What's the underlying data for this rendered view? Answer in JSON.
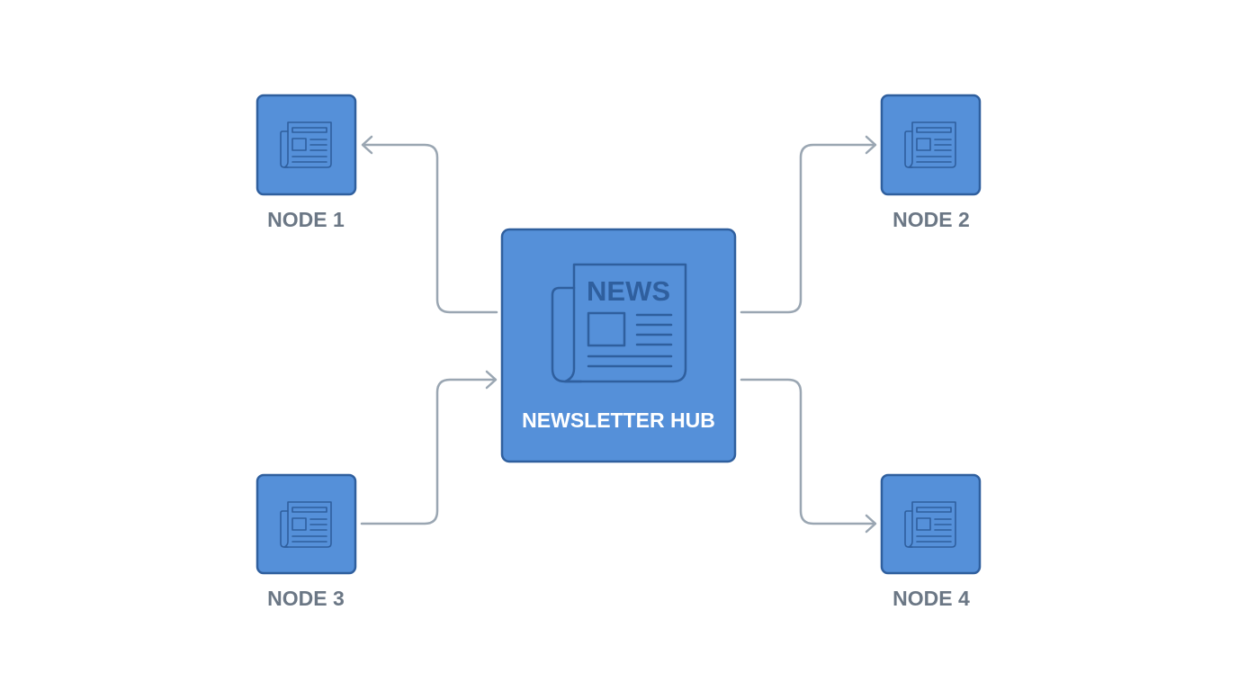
{
  "hub": {
    "label": "NEWSLETTER HUB",
    "icon": "newspaper-icon",
    "icon_text": "NEWS"
  },
  "nodes": [
    {
      "label": "NODE 1",
      "icon": "newspaper-icon"
    },
    {
      "label": "NODE 2",
      "icon": "newspaper-icon"
    },
    {
      "label": "NODE 3",
      "icon": "newspaper-icon"
    },
    {
      "label": "NODE 4",
      "icon": "newspaper-icon"
    }
  ],
  "edges": [
    {
      "from": "NEWSLETTER HUB",
      "to": "NODE 1"
    },
    {
      "from": "NEWSLETTER HUB",
      "to": "NODE 2"
    },
    {
      "from": "NODE 3",
      "to": "NEWSLETTER HUB"
    },
    {
      "from": "NEWSLETTER HUB",
      "to": "NODE 4"
    }
  ],
  "colors": {
    "box_fill": "#5590d9",
    "box_border": "#2f5f9e",
    "connector": "#9aa6b2",
    "node_label": "#6b7785",
    "hub_label": "#ffffff"
  }
}
